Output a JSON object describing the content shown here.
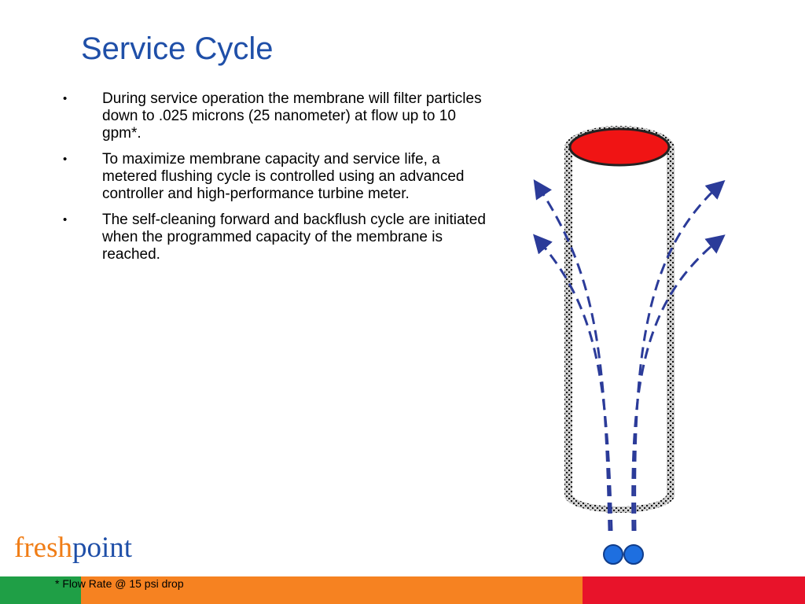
{
  "slide": {
    "title": "Service Cycle",
    "bullets": [
      "During service operation the membrane will filter particles down to .025 microns (25 nanometer) at flow up to 10 gpm*.",
      "To maximize membrane capacity and service life, a metered flushing cycle is controlled using an advanced controller and high-performance turbine meter.",
      "The self-cleaning forward and backflush cycle are initiated when the programmed capacity of the membrane is reached."
    ],
    "bullet_glyph": "•",
    "footnote": "* Flow Rate @ 15 psi drop"
  },
  "logo": {
    "part1": "fresh",
    "part2": "point"
  },
  "colors": {
    "title": "#1f4fa8",
    "membrane_cap": "#f01414",
    "flow_arrows": "#2b3b99",
    "inlet_dots": "#1e6fe0",
    "bar_green": "#1f9f46",
    "bar_orange": "#f68221",
    "bar_red": "#e8132a"
  }
}
